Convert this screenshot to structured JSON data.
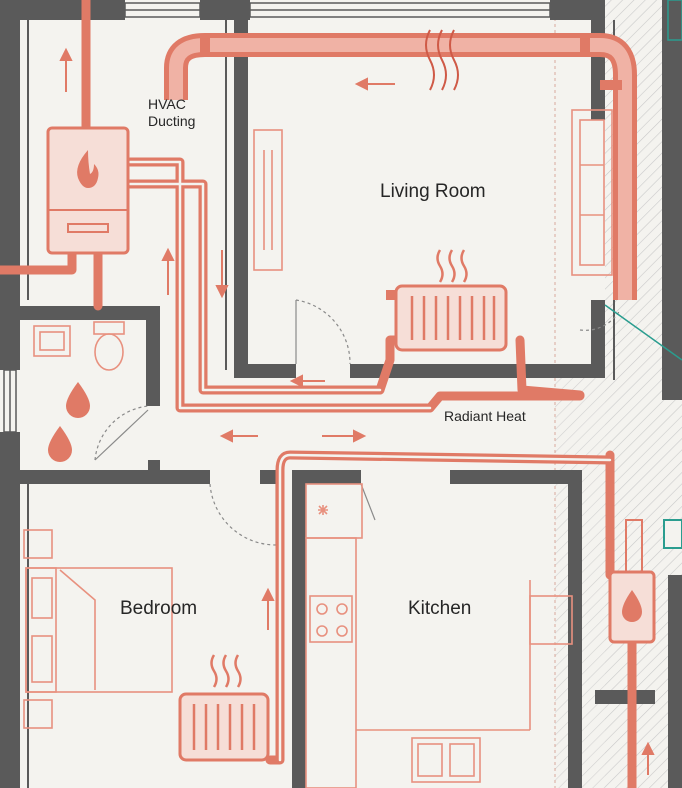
{
  "labels": {
    "hvac_ducting": "HVAC\nDucting",
    "living_room": "Living Room",
    "radiant_heat": "Radiant Heat",
    "bedroom": "Bedroom",
    "kitchen": "Kitchen"
  },
  "colors": {
    "background": "#f4f3ef",
    "wall": "#5a5a5a",
    "pipe": "#e07a66",
    "pipe_dark": "#cf5a47",
    "boiler_fill": "#f6ded7",
    "furniture": "#e8917f",
    "hatch": "#c8c8c8",
    "accent": "#2a9d8f"
  },
  "icons": [
    "flame-icon",
    "water-drop-icon",
    "heat-waves-icon",
    "flow-arrow-icon",
    "radiator-icon",
    "water-heater-icon"
  ]
}
